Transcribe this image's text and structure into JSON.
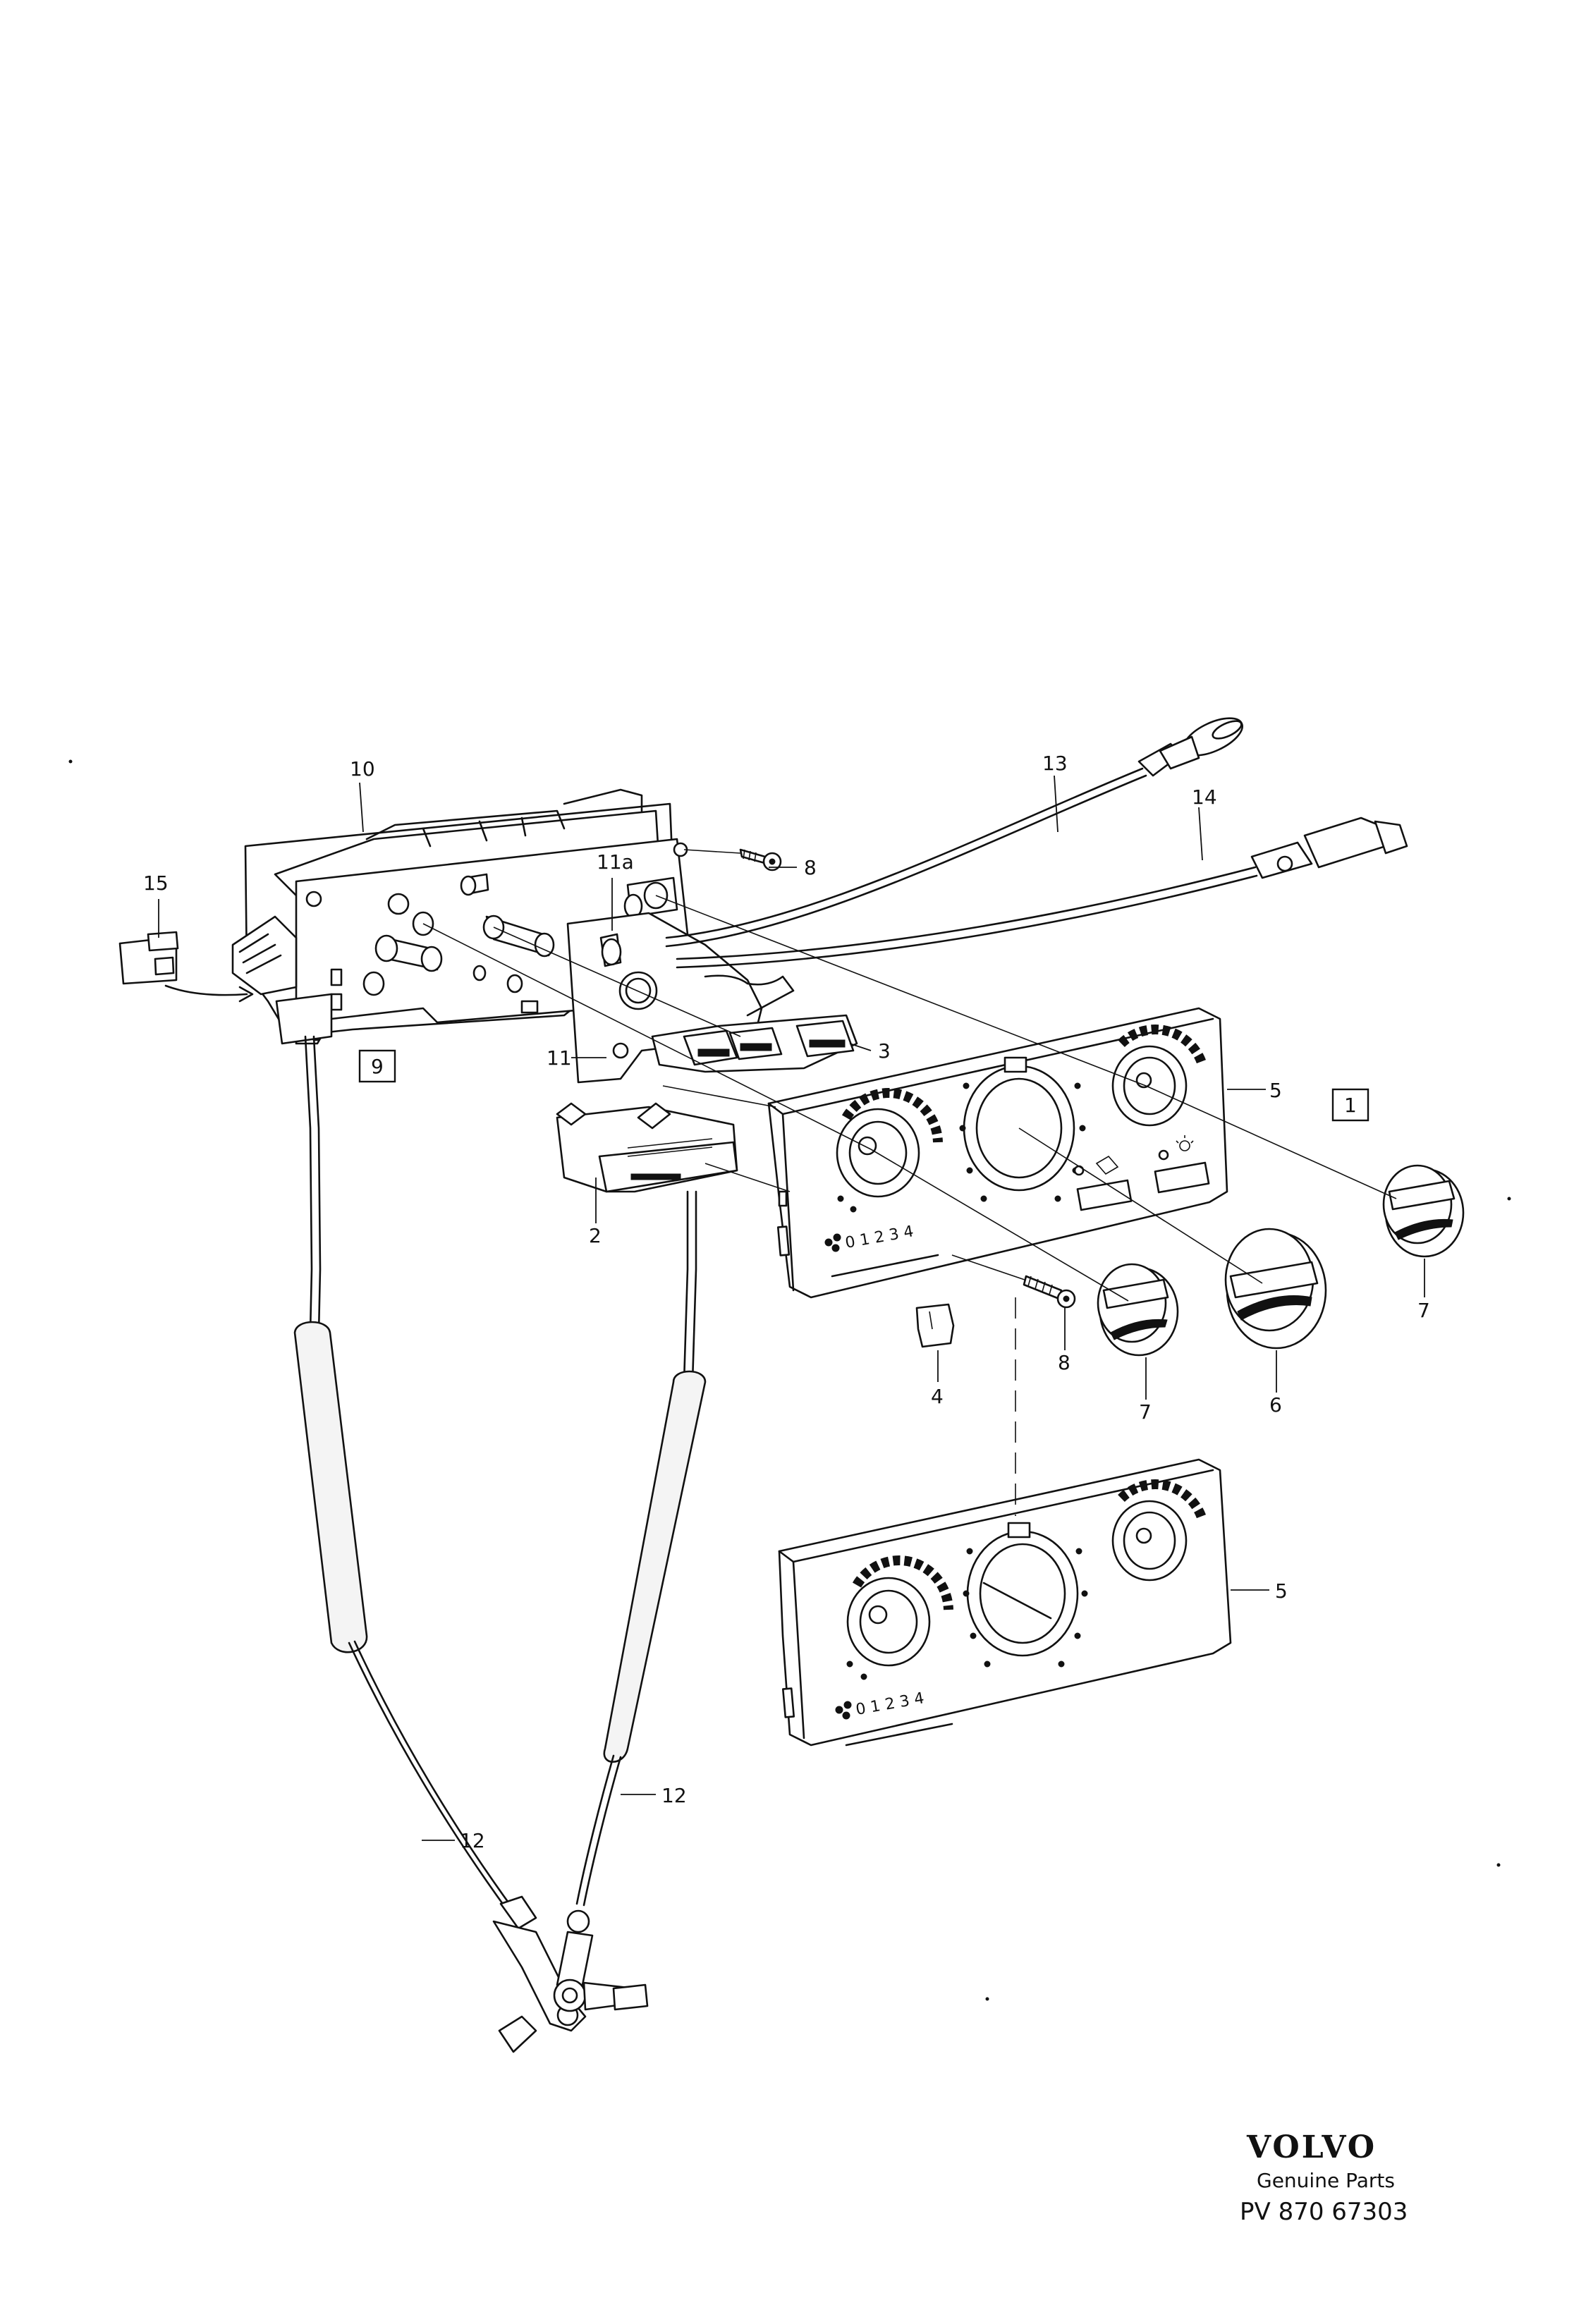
{
  "callouts": {
    "c1": "1",
    "c2": "2",
    "c3": "3",
    "c4": "4",
    "c5_upper": "5",
    "c5_lower": "5",
    "c6": "6",
    "c7_left": "7",
    "c7_right": "7",
    "c8_top": "8",
    "c8_mid": "8",
    "c9": "9",
    "c10": "10",
    "c11": "11",
    "c11a": "11a",
    "c12_left": "12",
    "c12_right": "12",
    "c13": "13",
    "c14": "14",
    "c15": "15"
  },
  "panel_upper": {
    "fan_scale": "0 1 2 3 4"
  },
  "panel_lower": {
    "fan_scale": "0 1 2 3 4"
  },
  "footer": {
    "brand": "VOLVO",
    "tagline": "Genuine Parts",
    "code": "PV 870 67303"
  },
  "icons": [
    "fan-icon",
    "defrost-icon",
    "recirculation-icon",
    "sun-icon",
    "airflow-icon"
  ]
}
